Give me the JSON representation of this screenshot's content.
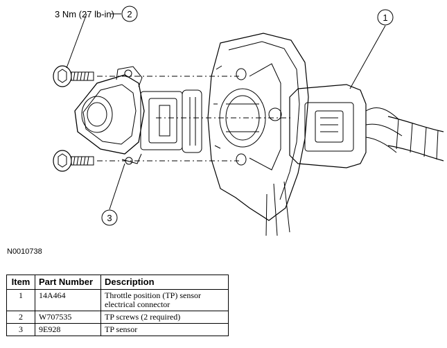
{
  "figure": {
    "torque_spec": "3 Nm (27 lb-in)",
    "callouts": [
      "1",
      "2",
      "3"
    ],
    "figure_id": "N0010738"
  },
  "table": {
    "headers": [
      "Item",
      "Part Number",
      "Description"
    ],
    "rows": [
      {
        "item": "1",
        "part": "14A464",
        "desc_line1": "Throttle position (TP) sensor",
        "desc_line2": "electrical connector"
      },
      {
        "item": "2",
        "part": "W707535",
        "desc_line1": "TP screws (2 required)"
      },
      {
        "item": "3",
        "part": "9E928",
        "desc_line1": "TP sensor"
      }
    ]
  }
}
